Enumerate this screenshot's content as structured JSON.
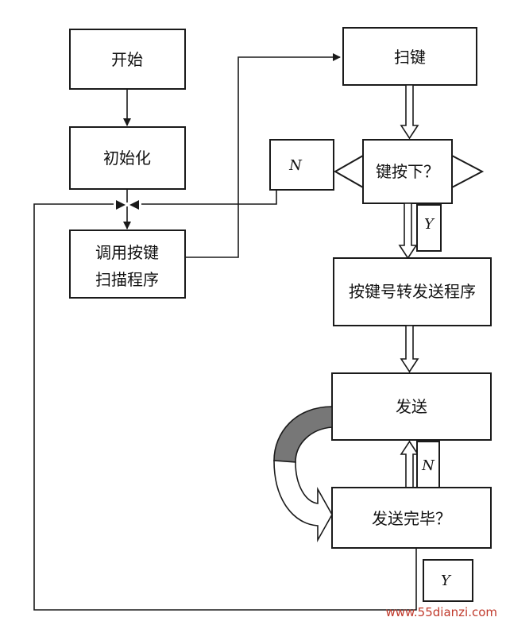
{
  "flowchart": {
    "start": "开始",
    "init": "初始化",
    "call_scan_line1": "调用按键",
    "call_scan_line2": "扫描程序",
    "scan_keys": "扫键",
    "key_pressed": "键按下？",
    "label_n_top": "N",
    "label_y_key": "Y",
    "convert_send": "按键号转发送程序",
    "send": "发送",
    "label_n_send": "N",
    "send_done": "发送完毕？",
    "label_y_done": "Y"
  },
  "watermark": "www.55dianzi.com",
  "colors": {
    "line": "#1a1a1a",
    "watermark": "#c0392b",
    "shade": "#777777"
  }
}
